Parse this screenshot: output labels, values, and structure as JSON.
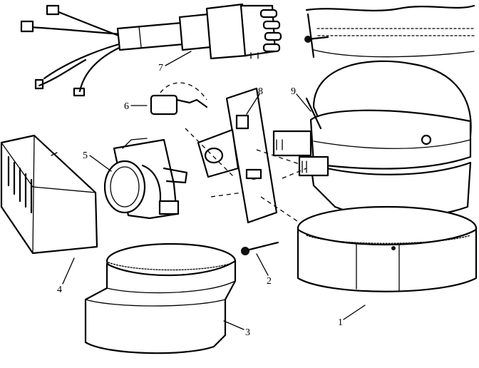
{
  "callouts": [
    "1",
    "2",
    "3",
    "4",
    "5",
    "6",
    "7",
    "8",
    "9"
  ]
}
